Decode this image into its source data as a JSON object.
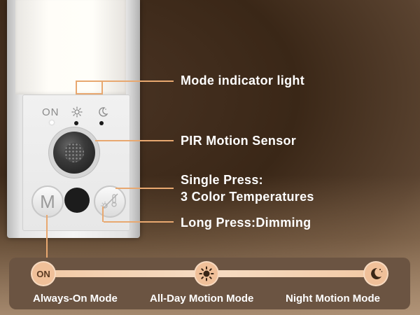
{
  "device": {
    "on_label": "ON",
    "button_m_label": "M"
  },
  "callouts": {
    "mode_indicator": "Mode indicator light",
    "pir_sensor": "PIR Motion Sensor",
    "single_press_line1": "Single Press:",
    "single_press_line2": "3 Color Temperatures",
    "long_press": "Long Press:Dimming"
  },
  "modes": {
    "on_badge": "ON",
    "items": [
      {
        "label": "Always-On Mode",
        "icon": "on-badge-icon"
      },
      {
        "label": "All-Day Motion Mode",
        "icon": "sun-icon"
      },
      {
        "label": "Night Motion Mode",
        "icon": "moon-icon"
      }
    ]
  },
  "colors": {
    "accent": "#e8a870",
    "bar_bg": "#6b5442",
    "node": "#f0c099"
  }
}
